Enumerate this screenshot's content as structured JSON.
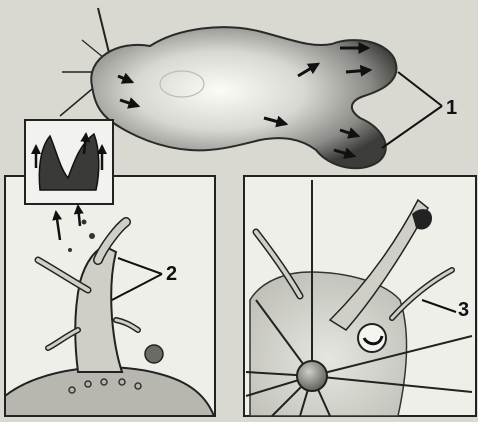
{
  "labels": {
    "l1": "1",
    "l2": "2",
    "l3": "3"
  },
  "colors": {
    "background": "#d9d9d2",
    "panel": "#efefea",
    "cell_dark": "#4a4a4a",
    "cell_mid": "#9a9a9a",
    "cell_light": "#f4f4f0",
    "ink": "#111111"
  }
}
